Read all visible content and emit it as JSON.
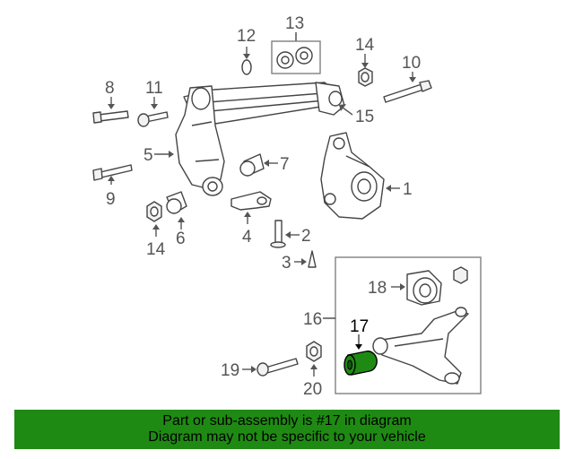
{
  "callouts": {
    "c1": "1",
    "c2": "2",
    "c3": "3",
    "c4": "4",
    "c5": "5",
    "c6": "6",
    "c7": "7",
    "c8": "8",
    "c9": "9",
    "c10": "10",
    "c11": "11",
    "c12": "12",
    "c13": "13",
    "c14a": "14",
    "c14b": "14",
    "c15": "15",
    "c16": "16",
    "c17": "17",
    "c18": "18",
    "c19": "19",
    "c20": "20"
  },
  "highlight": {
    "part": "17",
    "color": "#1f8a13"
  },
  "banner": {
    "line1": "Part or sub-assembly is #17 in diagram",
    "line2": "Diagram may not be specific to your vehicle",
    "background": "#1f8a13"
  }
}
